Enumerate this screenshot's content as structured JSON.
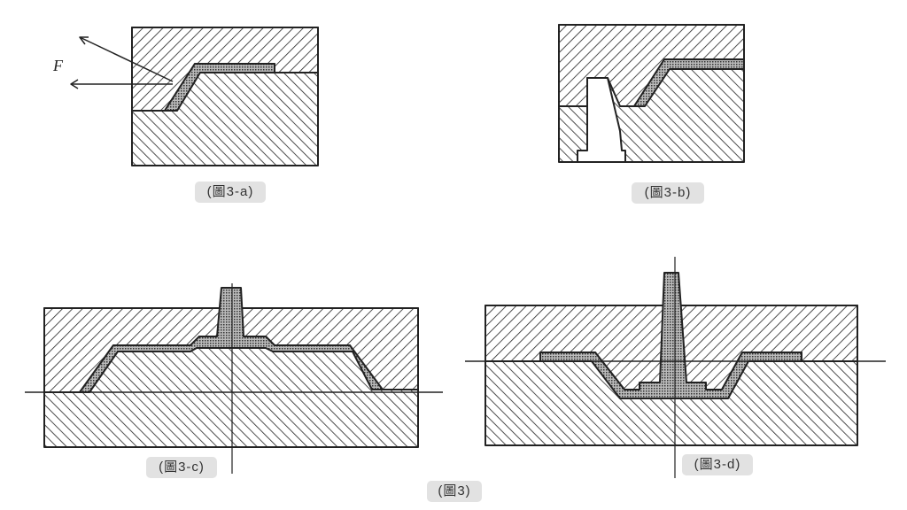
{
  "figures": {
    "a": {
      "caption": "(圖3-a)",
      "force_label": "F"
    },
    "b": {
      "caption": "(圖3-b)"
    },
    "c": {
      "caption": "(圖3-c)"
    },
    "d": {
      "caption": "(圖3-d)"
    }
  },
  "main_caption": "(圖3)",
  "colors": {
    "line": "#222222",
    "caption_bg": "#e2e2e2"
  }
}
